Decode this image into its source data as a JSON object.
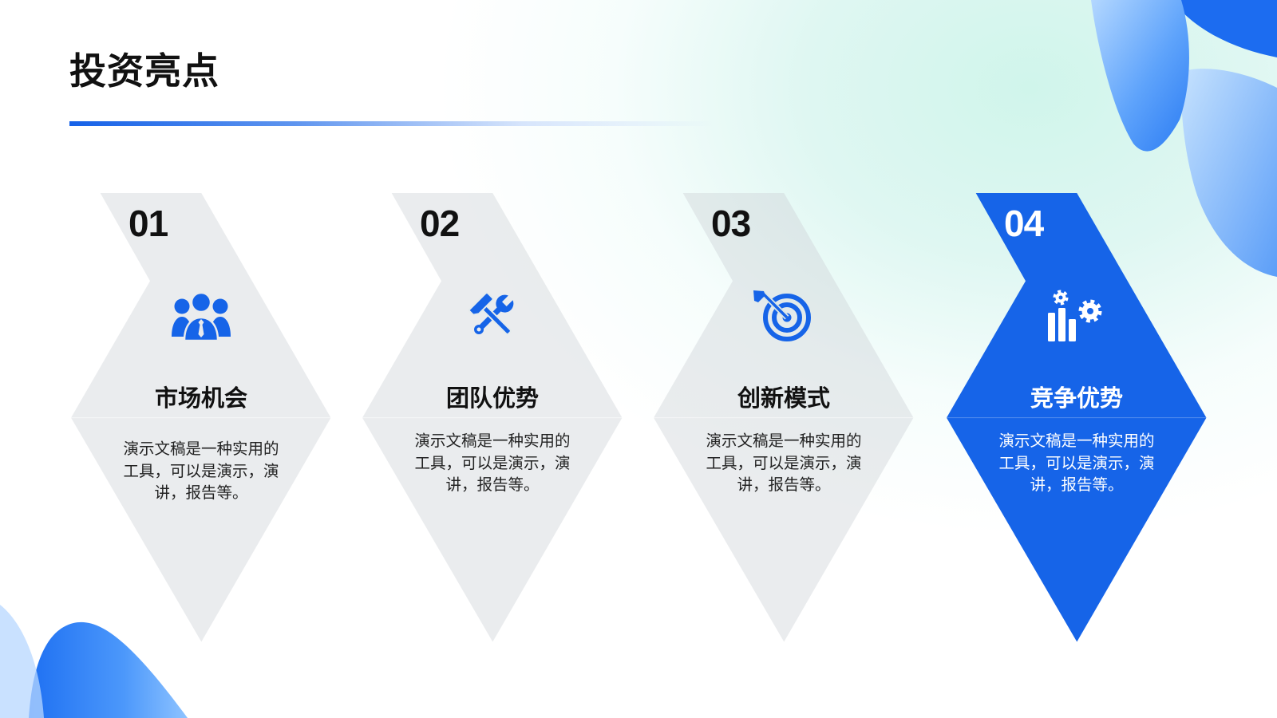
{
  "slide": {
    "title": "投资亮点"
  },
  "colors": {
    "accent": "#1664e8",
    "card_fill": "#eaecee",
    "text": "#111111",
    "highlight_text": "#ffffff"
  },
  "cards": [
    {
      "number": "01",
      "icon": "team-icon",
      "title": "市场机会",
      "description": "演示文稿是一种实用的工具，可以是演示，演讲，报告等。",
      "highlighted": false
    },
    {
      "number": "02",
      "icon": "tools-icon",
      "title": "团队优势",
      "description": "演示文稿是一种实用的工具，可以是演示，演讲，报告等。",
      "highlighted": false
    },
    {
      "number": "03",
      "icon": "target-icon",
      "title": "创新模式",
      "description": "演示文稿是一种实用的工具，可以是演示，演讲，报告等。",
      "highlighted": false
    },
    {
      "number": "04",
      "icon": "chart-gear-icon",
      "title": "竞争优势",
      "description": "演示文稿是一种实用的工具，可以是演示，演讲，报告等。",
      "highlighted": true
    }
  ]
}
